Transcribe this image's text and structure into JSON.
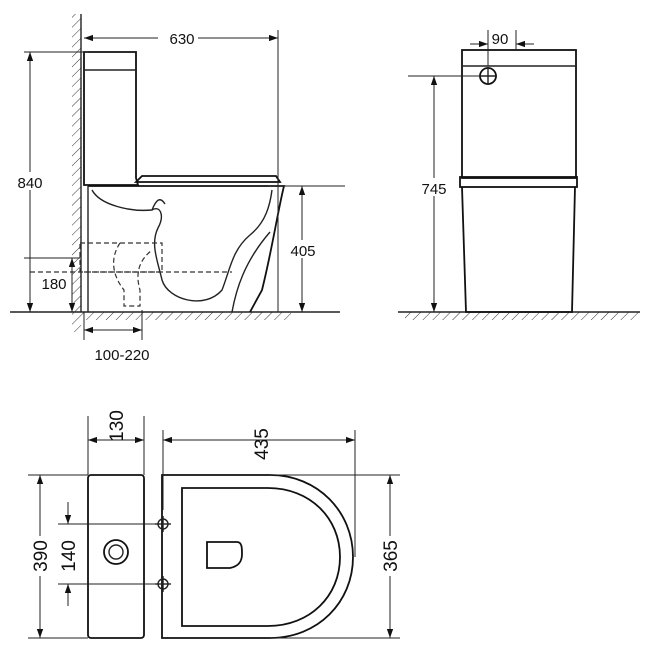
{
  "dimensions": {
    "side_depth": "630",
    "side_height": "840",
    "side_outlet_height": "180",
    "side_seat_height": "405",
    "side_rough_in": "100-220",
    "front_inlet_offset": "90",
    "front_height": "745",
    "top_tank_depth": "130",
    "top_bowl_length": "435",
    "top_tank_width": "390",
    "top_fixing_spacing": "140",
    "top_bowl_width": "365"
  }
}
